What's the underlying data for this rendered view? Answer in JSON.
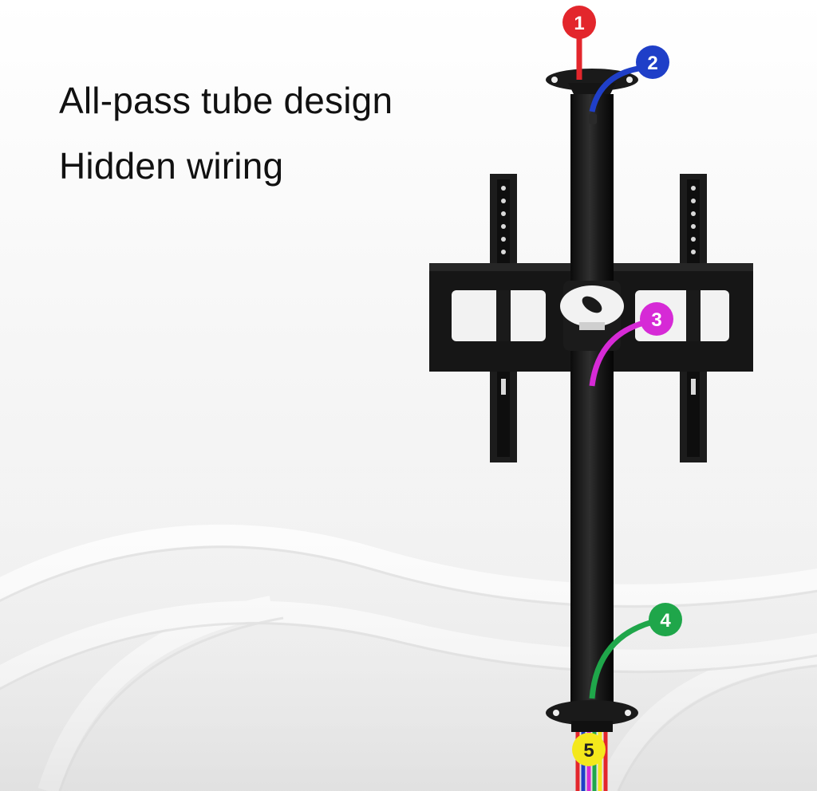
{
  "headlines": {
    "line1": "All-pass tube design",
    "line2": "Hidden wiring"
  },
  "callouts": [
    {
      "number": "1",
      "color": "#e3262c",
      "text_color": "#ffffff"
    },
    {
      "number": "2",
      "color": "#1f3fc8",
      "text_color": "#ffffff"
    },
    {
      "number": "3",
      "color": "#d62ad6",
      "text_color": "#ffffff"
    },
    {
      "number": "4",
      "color": "#1fa64a",
      "text_color": "#ffffff"
    },
    {
      "number": "5",
      "color": "#f4e81c",
      "text_color": "#222222"
    }
  ],
  "colors": {
    "mount_black": "#1a1a1a",
    "background": "#f4f4f4"
  }
}
